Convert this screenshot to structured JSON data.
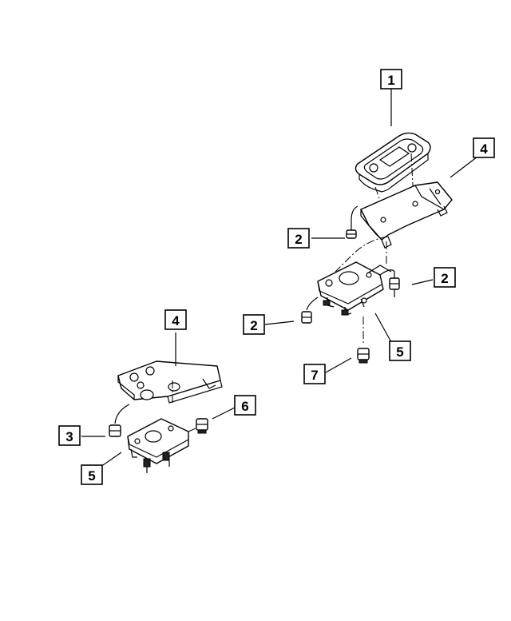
{
  "callouts": [
    {
      "id": "c1",
      "label": "1"
    },
    {
      "id": "c2a",
      "label": "2"
    },
    {
      "id": "c2b",
      "label": "2"
    },
    {
      "id": "c2c",
      "label": "2"
    },
    {
      "id": "c3",
      "label": "3"
    },
    {
      "id": "c4a",
      "label": "4"
    },
    {
      "id": "c4b",
      "label": "4"
    },
    {
      "id": "c5a",
      "label": "5"
    },
    {
      "id": "c5b",
      "label": "5"
    },
    {
      "id": "c6",
      "label": "6"
    },
    {
      "id": "c7",
      "label": "7"
    }
  ]
}
